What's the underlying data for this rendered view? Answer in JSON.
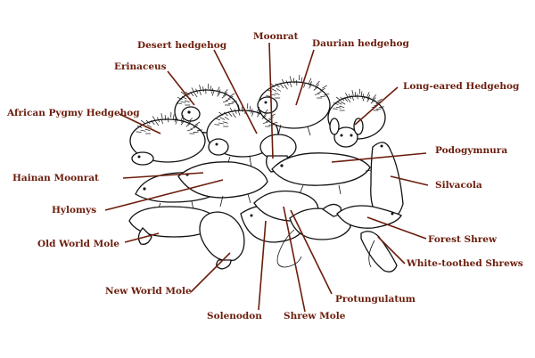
{
  "labels": [
    {
      "key": "desert-hedgehog",
      "text": "Desert hedgehog"
    },
    {
      "key": "moonrat",
      "text": "Moonrat"
    },
    {
      "key": "daurian-hedgehog",
      "text": "Daurian hedgehog"
    },
    {
      "key": "erinaceus",
      "text": "Erinaceus"
    },
    {
      "key": "long-eared-hedgehog",
      "text": "Long-eared Hedgehog"
    },
    {
      "key": "african-pygmy-hedgehog",
      "text": "African Pygmy Hedgehog"
    },
    {
      "key": "podogymnura",
      "text": "Podogymnura"
    },
    {
      "key": "hainan-moonrat",
      "text": "Hainan Moonrat"
    },
    {
      "key": "silvacola",
      "text": "Silvacola"
    },
    {
      "key": "hylomys",
      "text": "Hylomys"
    },
    {
      "key": "old-world-mole",
      "text": "Old World Mole"
    },
    {
      "key": "forest-shrew",
      "text": "Forest Shrew"
    },
    {
      "key": "white-toothed-shrews",
      "text": "White-toothed Shrews"
    },
    {
      "key": "new-world-mole",
      "text": "New World Mole"
    },
    {
      "key": "protungulatum",
      "text": "Protungulatum"
    },
    {
      "key": "solenodon",
      "text": "Solenodon"
    },
    {
      "key": "shrew-mole",
      "text": "Shrew Mole"
    }
  ],
  "colors": {
    "label": "#6b1d0c",
    "ink": "#111111",
    "background": "#ffffff"
  }
}
